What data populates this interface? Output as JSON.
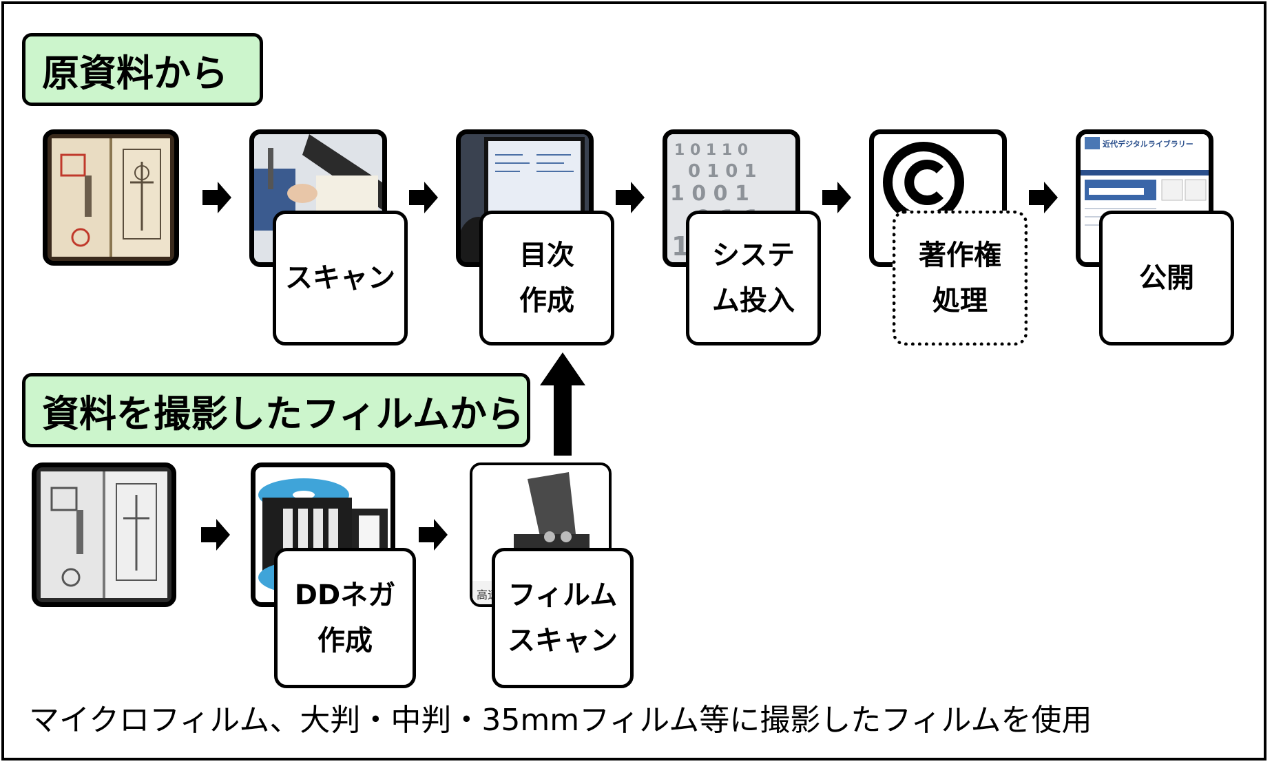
{
  "sections": {
    "original": "原資料から",
    "film": "資料を撮影したフィルムから"
  },
  "steps_original": [
    {
      "label": "スキャン",
      "style": "solid"
    },
    {
      "label": "目次\n作成",
      "style": "solid"
    },
    {
      "label": "システ\nム投入",
      "style": "solid"
    },
    {
      "label": "著作権\n処理",
      "style": "dotted"
    },
    {
      "label": "公開",
      "style": "solid"
    }
  ],
  "steps_film": [
    {
      "label": "DDネガ\n作成",
      "style": "solid"
    },
    {
      "label": "フィルム\nスキャン",
      "style": "solid"
    }
  ],
  "thumbnails": {
    "ndl_title": "近代デジタルライブラリー",
    "reader_caption": "高速"
  },
  "caption": "マイクロフィルム、大判・中判・35mmフィルム等に撮影したフィルムを使用",
  "colors": {
    "section_bg": "#ccf5cc",
    "border": "#000000"
  }
}
